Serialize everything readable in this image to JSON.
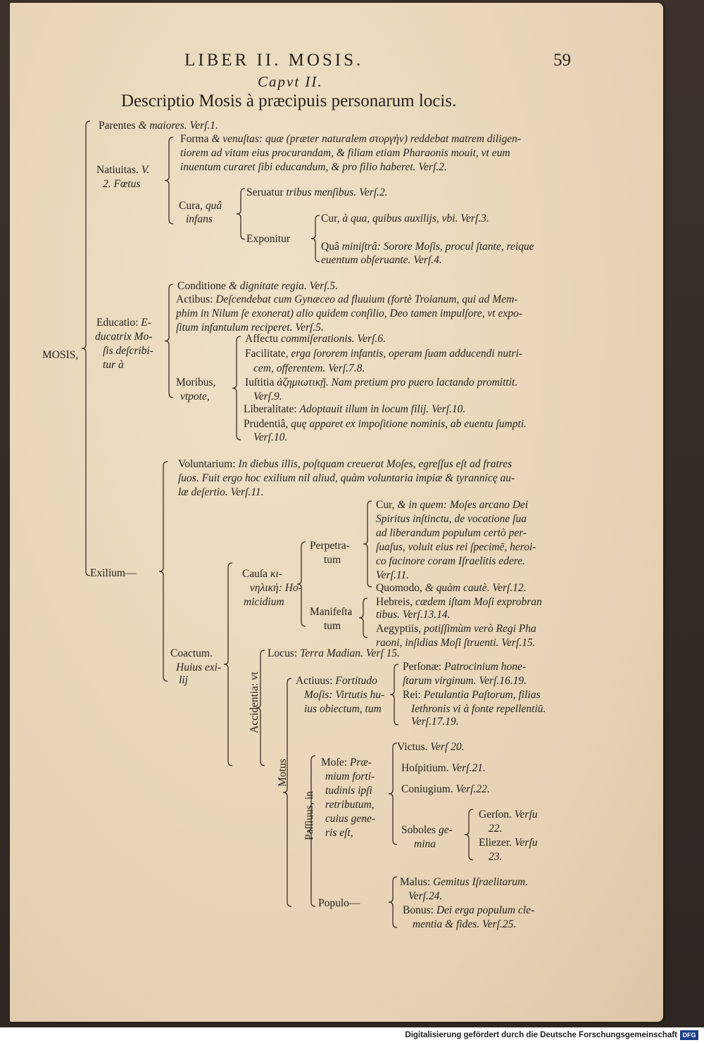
{
  "header": {
    "running_title": "LIBER II. MOSIS.",
    "page_number": "59",
    "chapter": "Capvt II.",
    "title": "Descriptio Mosis à præcipuis personarum locis."
  },
  "footer": {
    "credit": "Digitalisierung gefördert durch die Deutsche Forschungsgemeinschaft",
    "logo": "DFG"
  },
  "lines": [
    {
      "text": "Parentes",
      "it": "& maiores. Verſ.1."
    },
    {
      "text": "Forma",
      "it": "& venuſtas: quæ (præter naturalem στοργὴν) reddebat matrem diligen-"
    },
    {
      "text": "",
      "it": "tiorem ad vitam eius procurandam, & filiam etiam Pharaonis mouit, vt eum"
    },
    {
      "text": "",
      "it": "inuentum curaret ſibi educandum, & pro filio haberet. Verſ.2."
    },
    {
      "text": "Natiuitas.",
      "it": "V."
    },
    {
      "text": "",
      "it": "2. Fœtus"
    },
    {
      "text": "Seruatur",
      "it": "tribus menſibus. Verſ.2."
    },
    {
      "text": "Cura,",
      "it": "quâ"
    },
    {
      "text": "",
      "it": "infans"
    },
    {
      "text": "Cur,",
      "it": "à qua, quibus auxilijs, vbi. Verſ.3."
    },
    {
      "text": "Exponitur",
      "it": ""
    },
    {
      "text": "Quâ",
      "it": "miniſtrâ: Sorore Moſis, procul ſtante, reique"
    },
    {
      "text": "",
      "it": "euentum obſeruante. Verſ.4."
    },
    {
      "text": "Conditione",
      "it": "& dignitate regia. Verſ.5."
    },
    {
      "text": "Actibus:",
      "it": "Deſcendebat cum Gynæceo ad fluuium (fortè Troianum, qui ad Mem-"
    },
    {
      "text": "",
      "it": "phim in Nilum ſe exonerat) alio quidem conſilio, Deo tamen impulſore, vt expo-"
    },
    {
      "text": "Educatio:",
      "it": "E-"
    },
    {
      "text": "",
      "it": "ſitum infantulum reciperet. Verſ.5."
    },
    {
      "text": "",
      "it": "ducatrix Mo-"
    },
    {
      "text": "Affectu",
      "it": "commiſerationis. Verſ.6."
    },
    {
      "text": "",
      "it": "ſis deſcribi-"
    },
    {
      "text": "Facilitate,",
      "it": "erga ſororem infantis, operam ſuam adducendi nutri-"
    },
    {
      "text": "MOSIS,",
      "it": ""
    },
    {
      "text": "",
      "it": "tur à"
    },
    {
      "text": "",
      "it": "cem, offerentem. Verſ.7.8."
    },
    {
      "text": "Iuſtitia",
      "it": "ἀζημιωτικῇ. Nam pretium pro puero lactando promittit."
    },
    {
      "text": "Moribus,",
      "it": ""
    },
    {
      "text": "",
      "it": "vtpote,"
    },
    {
      "text": "",
      "it": "Verſ.9."
    },
    {
      "text": "Liberalitate:",
      "it": "Adoptauit illum in locum filij. Verſ.10."
    },
    {
      "text": "Prudentiâ,",
      "it": "quę apparet ex impoſitione nominis, ab euentu ſumpti."
    },
    {
      "text": "",
      "it": "Verſ.10."
    },
    {
      "text": "Voluntarium:",
      "it": "In diebus illis, poſtquam creuerat Moſes, egreſſus eſt ad fratres"
    },
    {
      "text": "",
      "it": "ſuos. Fuit ergo hoc exilium nil aliud, quàm voluntaria impiæ & tyrannicę au-"
    },
    {
      "text": "",
      "it": "læ deſertio. Verſ.11."
    },
    {
      "text": "Cur,",
      "it": "& in quem: Moſes arcano Dei"
    },
    {
      "text": "",
      "it": "Spiritus inſtinctu, de vocatione ſua"
    },
    {
      "text": "",
      "it": "ad liberandum populum certò per-"
    },
    {
      "text": "Perpetra-",
      "it": ""
    },
    {
      "text": "",
      "it": "ſuaſus, voluit eius rei ſpecimē, heroi-"
    },
    {
      "text": "tum",
      "it": ""
    },
    {
      "text": "",
      "it": "co facinore coram Iſraelitis edere."
    },
    {
      "text": "Exilium—",
      "it": ""
    },
    {
      "text": "Cauſa",
      "it": "κι-"
    },
    {
      "text": "",
      "it": "Verſ.11."
    },
    {
      "text": "",
      "it": "νηλικὴ: Ho-"
    },
    {
      "text": "Quomodo,",
      "it": "& quàm cautè. Verſ.12."
    },
    {
      "text": "",
      "it": "micidium"
    },
    {
      "text": "Hebreis,",
      "it": "cædem iſtam Moſi exprobran"
    },
    {
      "text": "Manifeſta",
      "it": ""
    },
    {
      "text": "",
      "it": "tibus. Verſ.13.14."
    },
    {
      "text": "tum",
      "it": ""
    },
    {
      "text": "Aegyptiis,",
      "it": "potiſſimùm verò Regi Pha"
    },
    {
      "text": "",
      "it": "raoni, inſidias Moſi ſtruenti. Verſ.15."
    },
    {
      "text": "Coactum.",
      "it": ""
    },
    {
      "text": "Locus:",
      "it": "Terra Madian. Verſ 15."
    },
    {
      "text": "",
      "it": "Huius exi-"
    },
    {
      "text": "Perſonæ:",
      "it": "Patrocinium hone-"
    },
    {
      "text": "",
      "it": "lij"
    },
    {
      "text": "Actiuus:",
      "it": "Fortitudo"
    },
    {
      "text": "",
      "it": "ſtarum virginum. Verſ.16.19."
    },
    {
      "text": "Rei:",
      "it": "Petulantia Paſtorum, filias"
    },
    {
      "text": "",
      "it": "Moſis: Virtutis hu-"
    },
    {
      "text": "",
      "it": "Iethronis vi à fonte repellentiū."
    },
    {
      "text": "",
      "it": "ius obiectum, tum"
    },
    {
      "text": "",
      "it": "Verſ.17.19."
    },
    {
      "text": "Victus.",
      "it": "Verſ 20."
    },
    {
      "text": "Moſe:",
      "it": "Præ-"
    },
    {
      "text": "Hoſpitium.",
      "it": "Verſ.21."
    },
    {
      "text": "",
      "it": "mium forti-"
    },
    {
      "text": "",
      "it": "tudinis ipſi"
    },
    {
      "text": "Coniugium.",
      "it": "Verſ.22."
    },
    {
      "text": "",
      "it": "retributum,"
    },
    {
      "text": "Gerſon.",
      "it": "Verſu"
    },
    {
      "text": "",
      "it": "cuius gene-"
    },
    {
      "text": "",
      "it": "22."
    },
    {
      "text": "Soboles",
      "it": "ge-"
    },
    {
      "text": "",
      "it": "ris eſt,"
    },
    {
      "text": "",
      "it": "mina"
    },
    {
      "text": "Eliezer.",
      "it": "Verſu"
    },
    {
      "text": "",
      "it": "23."
    },
    {
      "text": "Malus:",
      "it": "Gemitus Iſraelitarum."
    },
    {
      "text": "",
      "it": "Verſ.24."
    },
    {
      "text": "Populo—",
      "it": ""
    },
    {
      "text": "Bonus:",
      "it": "Dei erga populum cle-"
    },
    {
      "text": "",
      "it": "mentia & fides. Verſ.25."
    }
  ],
  "vertical_labels": [
    "Accidentia: vt",
    "Motus",
    "Paſſiuus, in"
  ]
}
